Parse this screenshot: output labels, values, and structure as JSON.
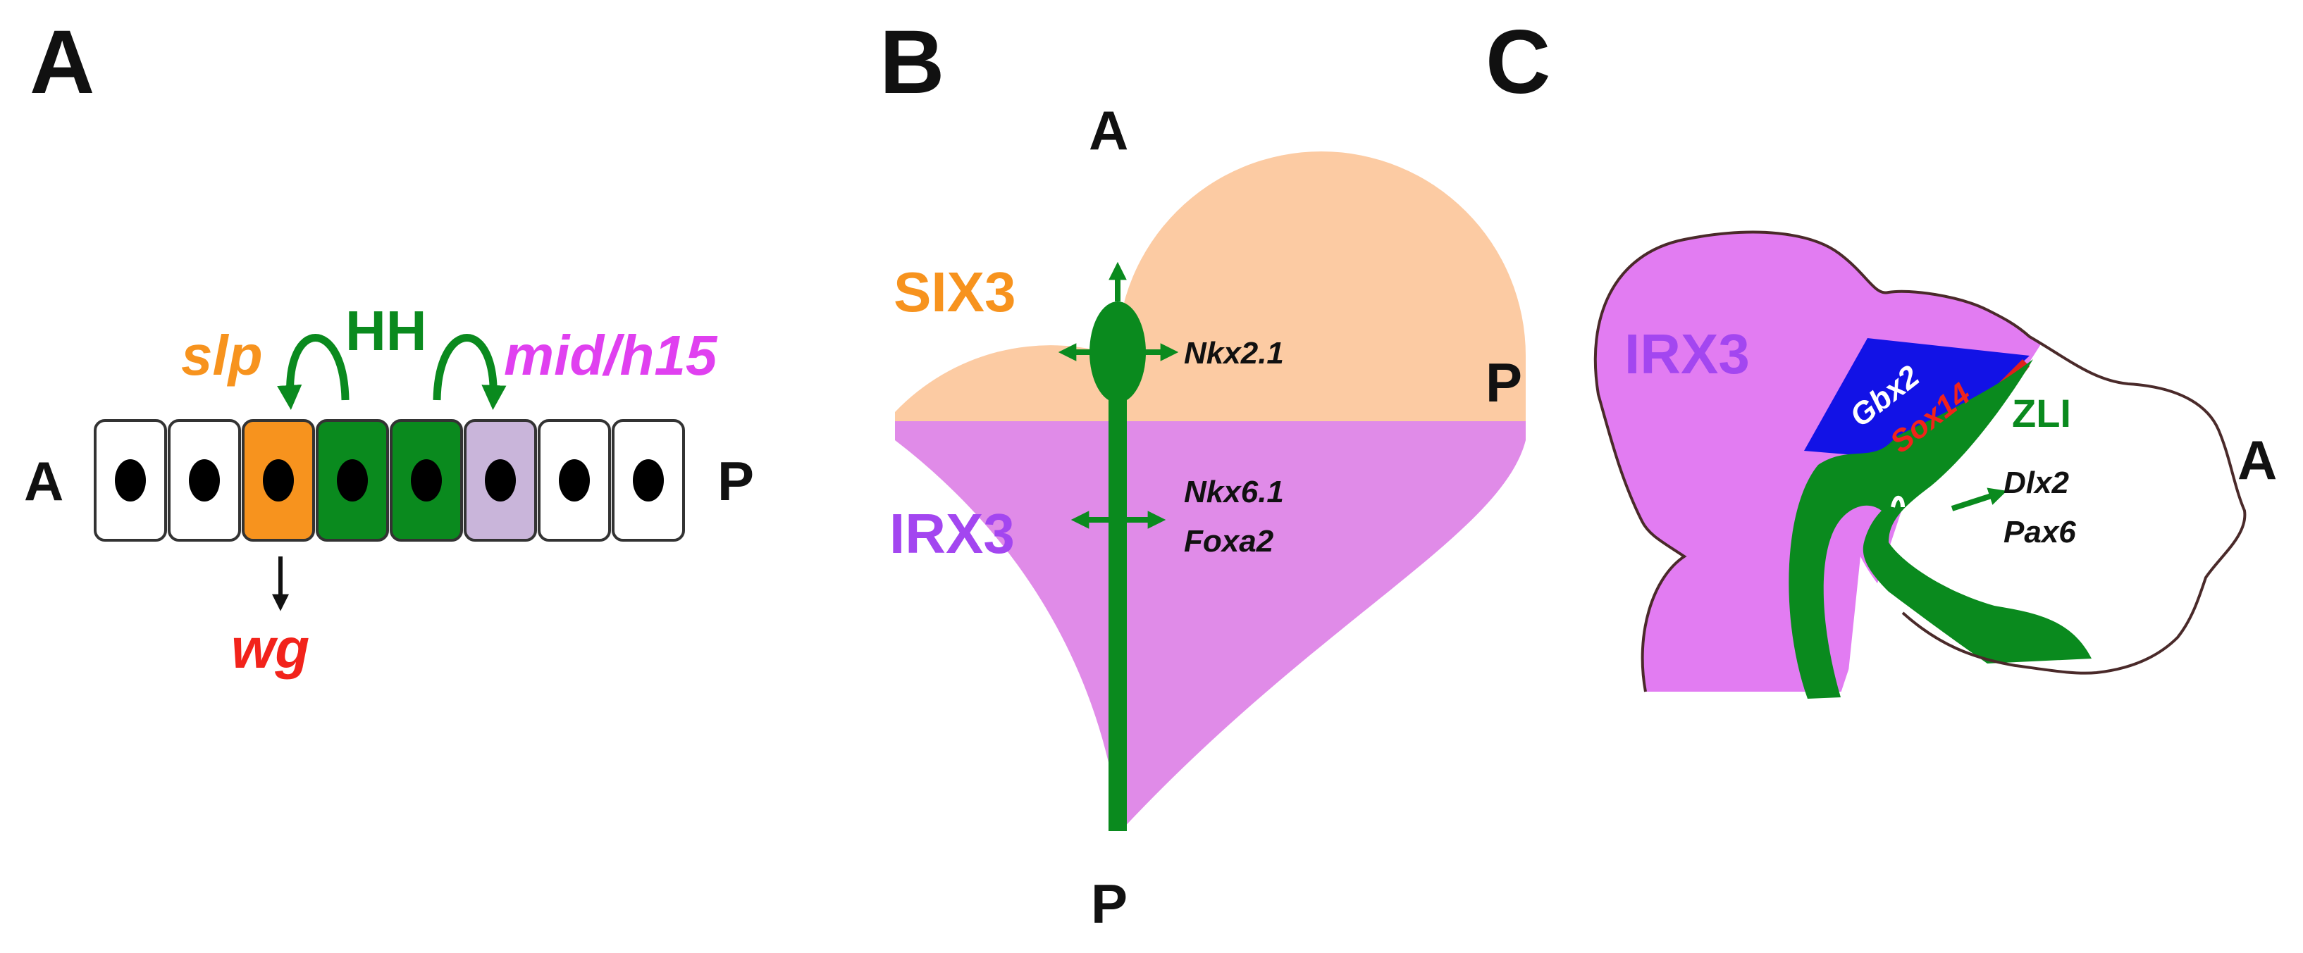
{
  "colors": {
    "orange": "#F7931E",
    "green": "#0A8A1E",
    "magenta": "#E27CF2",
    "light_magenta": "#E08BE8",
    "peach": "#FCCBA3",
    "lavender": "#C9B5DA",
    "red": "#F2231B",
    "purple_text": "#A346F0",
    "blue": "#1212E6",
    "black": "#111111"
  },
  "panel_a": {
    "letter": "A",
    "anterior": "A",
    "posterior": "P",
    "slp": "slp",
    "hh": "HH",
    "mid_h15": "mid/h15",
    "wg": "wg"
  },
  "panel_b": {
    "letter": "B",
    "anterior": "A",
    "posterior": "P",
    "six3": "SIX3",
    "irx3": "IRX3",
    "nkx21": "Nkx2.1",
    "nkx61": "Nkx6.1",
    "foxa2": "Foxa2"
  },
  "panel_c": {
    "letter": "C",
    "posterior": "P",
    "anterior": "A",
    "irx3": "IRX3",
    "gbx2": "Gbx2",
    "sox14": "Sox14",
    "zli": "ZLI",
    "dlx2": "Dlx2",
    "pax6": "Pax6"
  }
}
